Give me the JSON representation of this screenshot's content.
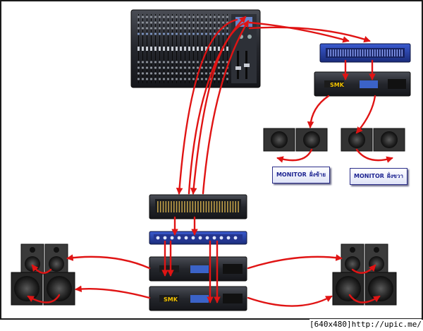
{
  "monitor_labels": [
    {
      "word": "MONITOR",
      "suffix": "ฝั่งซ้าย"
    },
    {
      "word": "MONITOR",
      "suffix": "ฝั่งขวา"
    }
  ],
  "brand": "SMK",
  "footer": {
    "resolution": "[640x480]",
    "site": "http://upic.me/"
  },
  "colors": {
    "arrow": "#e01414",
    "label_text": "#1c2391",
    "device_body": "#1d1f24",
    "speaker_body": "#2a2a2a"
  },
  "icons": [
    "mixer-console-icon",
    "equalizer-icon",
    "crossover-icon",
    "power-amplifier-icon",
    "speaker-icon"
  ]
}
